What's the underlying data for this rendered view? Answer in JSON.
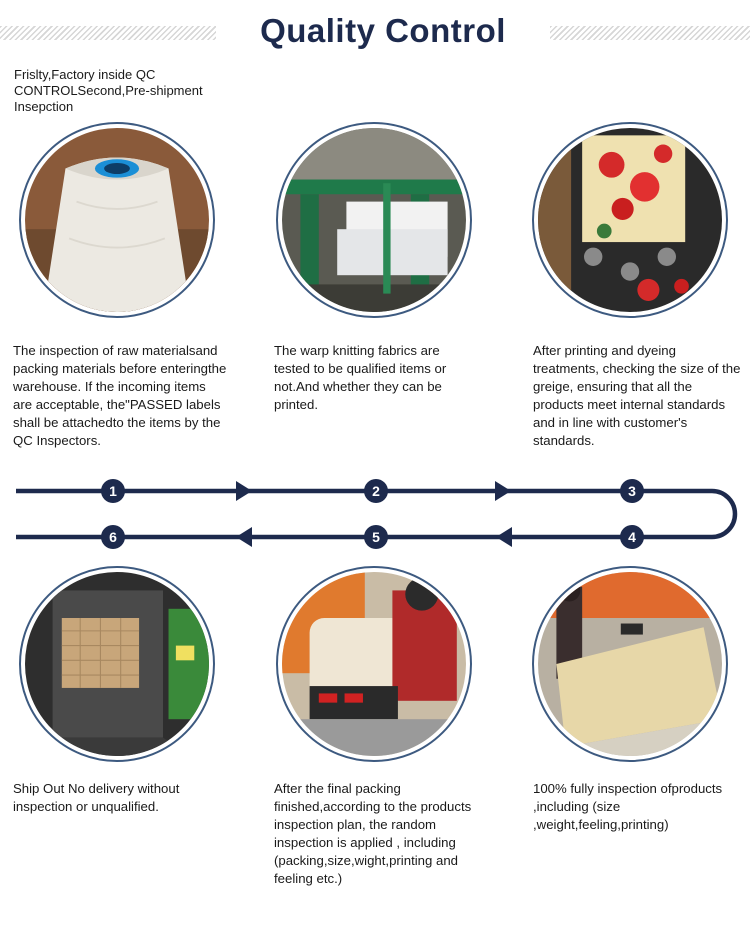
{
  "header": {
    "title": "Quality Control"
  },
  "intro": "Frislty,Factory inside QC CONTROLSecond,Pre-shipment Insepction",
  "steps_top": [
    {
      "number": "1",
      "text": "The inspection of raw materialsand packing materials before enteringthe warehouse. If the incoming items are acceptable, the\"PASSED labels shall be attachedto the items by the QC Inspectors."
    },
    {
      "number": "2",
      "text": "The warp knitting fabrics are tested to be qualified items or not.And whether they can be printed."
    },
    {
      "number": "3",
      "text": "After printing and dyeing treatments, checking the size of the greige, ensuring that all the products meet internal standards and in line with customer's standards."
    }
  ],
  "steps_bottom": [
    {
      "number": "6",
      "text": "Ship Out No delivery without inspection or unqualified."
    },
    {
      "number": "5",
      "text": "After the final packing finished,according to the products inspection plan, the random inspection is applied , including (packing,size,wight,printing and feeling etc.)"
    },
    {
      "number": "4",
      "text": "100% fully inspection ofproducts ,including (size ,weight,feeling,printing)"
    }
  ],
  "colors": {
    "navy": "#1d2a4d",
    "ring": "#3d5a80"
  }
}
